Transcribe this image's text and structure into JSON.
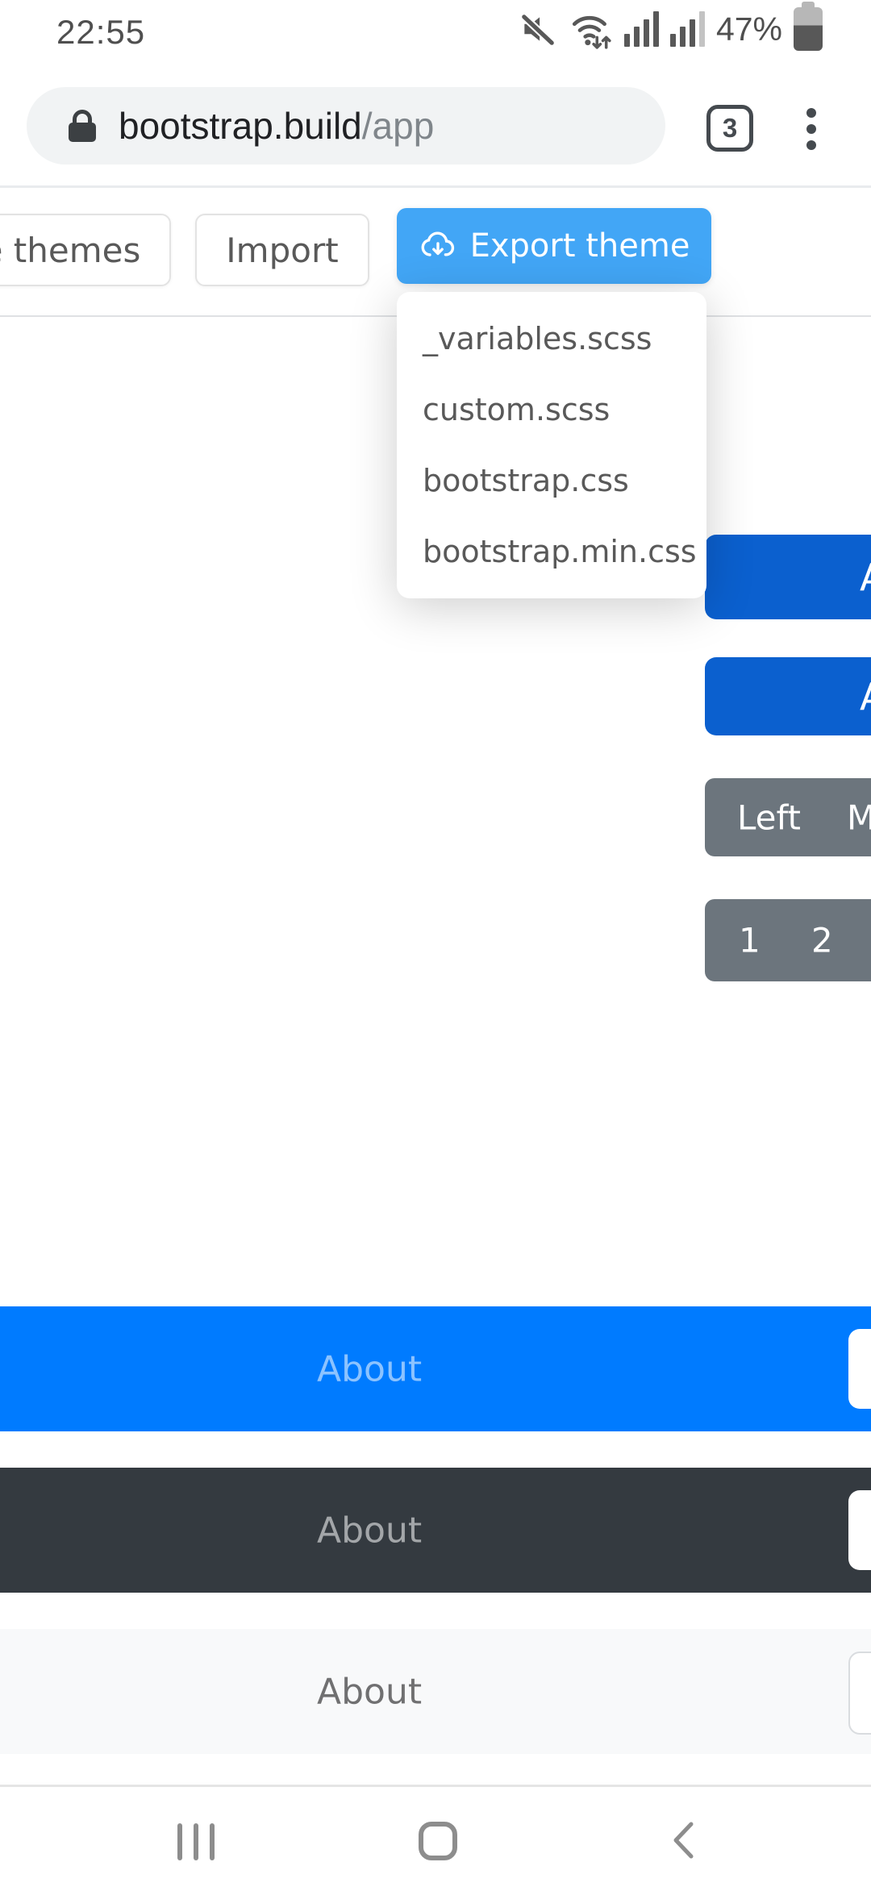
{
  "status_bar": {
    "time": "22:55",
    "battery_percent": "47%",
    "icons": [
      "mute-icon",
      "wifi-arrows-icon",
      "signal-bars-icon",
      "signal-bars-2-icon",
      "battery-icon"
    ]
  },
  "browser": {
    "url_domain": "bootstrap.build",
    "url_path": "/app",
    "tab_count": "3",
    "icons": [
      "lock-icon",
      "tab-counter",
      "kebab-menu-icon"
    ]
  },
  "toolbar": {
    "browse_themes_label": "e themes",
    "import_label": "Import",
    "export_label": "Export theme",
    "export_icon": "cloud-download-icon",
    "export_color": "#42a6f6"
  },
  "export_menu": {
    "items": [
      "_variables.scss",
      "custom.scss",
      "bootstrap.css",
      "bootstrap.min.css"
    ]
  },
  "preview": {
    "primary_button_1": {
      "visible_label": "A",
      "color": "#0b60cf"
    },
    "primary_button_2": {
      "visible_label": "A",
      "color": "#0b60cf"
    },
    "button_group": {
      "labels": [
        "Left",
        "M"
      ],
      "color": "#6c757d"
    },
    "pagination": {
      "labels": [
        "1",
        "2"
      ],
      "color": "#6c757d"
    },
    "navbars": [
      {
        "variant": "primary",
        "color": "#007bff",
        "link": "About"
      },
      {
        "variant": "dark",
        "color": "#343a40",
        "link": "About"
      },
      {
        "variant": "light",
        "color": "#f8f9fa",
        "link": "About"
      }
    ]
  },
  "system_nav": {
    "icons": [
      "recents-icon",
      "home-icon",
      "back-icon"
    ]
  }
}
